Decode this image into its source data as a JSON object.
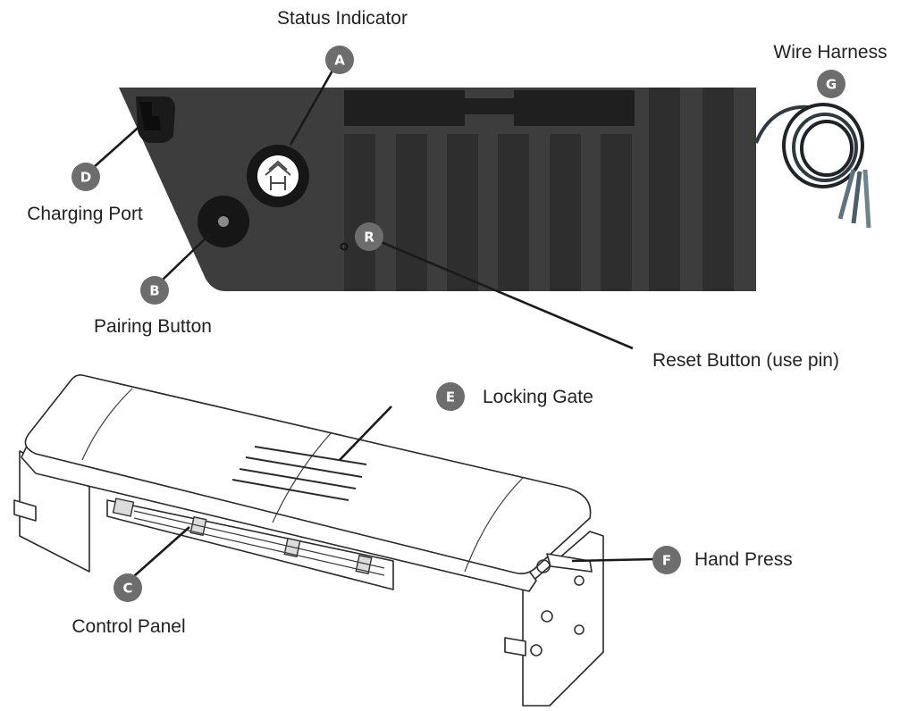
{
  "callouts": {
    "A": {
      "letter": "A",
      "label": "Status Indicator"
    },
    "B": {
      "letter": "B",
      "label": "Pairing Button"
    },
    "C": {
      "letter": "C",
      "label": "Control Panel"
    },
    "D": {
      "letter": "D",
      "label": "Charging Port"
    },
    "E": {
      "letter": "E",
      "label": "Locking Gate"
    },
    "F": {
      "letter": "F",
      "label": "Hand Press"
    },
    "G": {
      "letter": "G",
      "label": "Wire Harness"
    },
    "R": {
      "letter": "R",
      "label": "Reset Button (use pin)"
    }
  },
  "colors": {
    "body_dark": "#3d3d3d",
    "stripe": "#2e2e2e",
    "badge": "#6d6d6d",
    "cable": "#2f3a40",
    "cable_end": "#5b7480"
  },
  "icons": {
    "status_indicator": "home-h-icon"
  }
}
